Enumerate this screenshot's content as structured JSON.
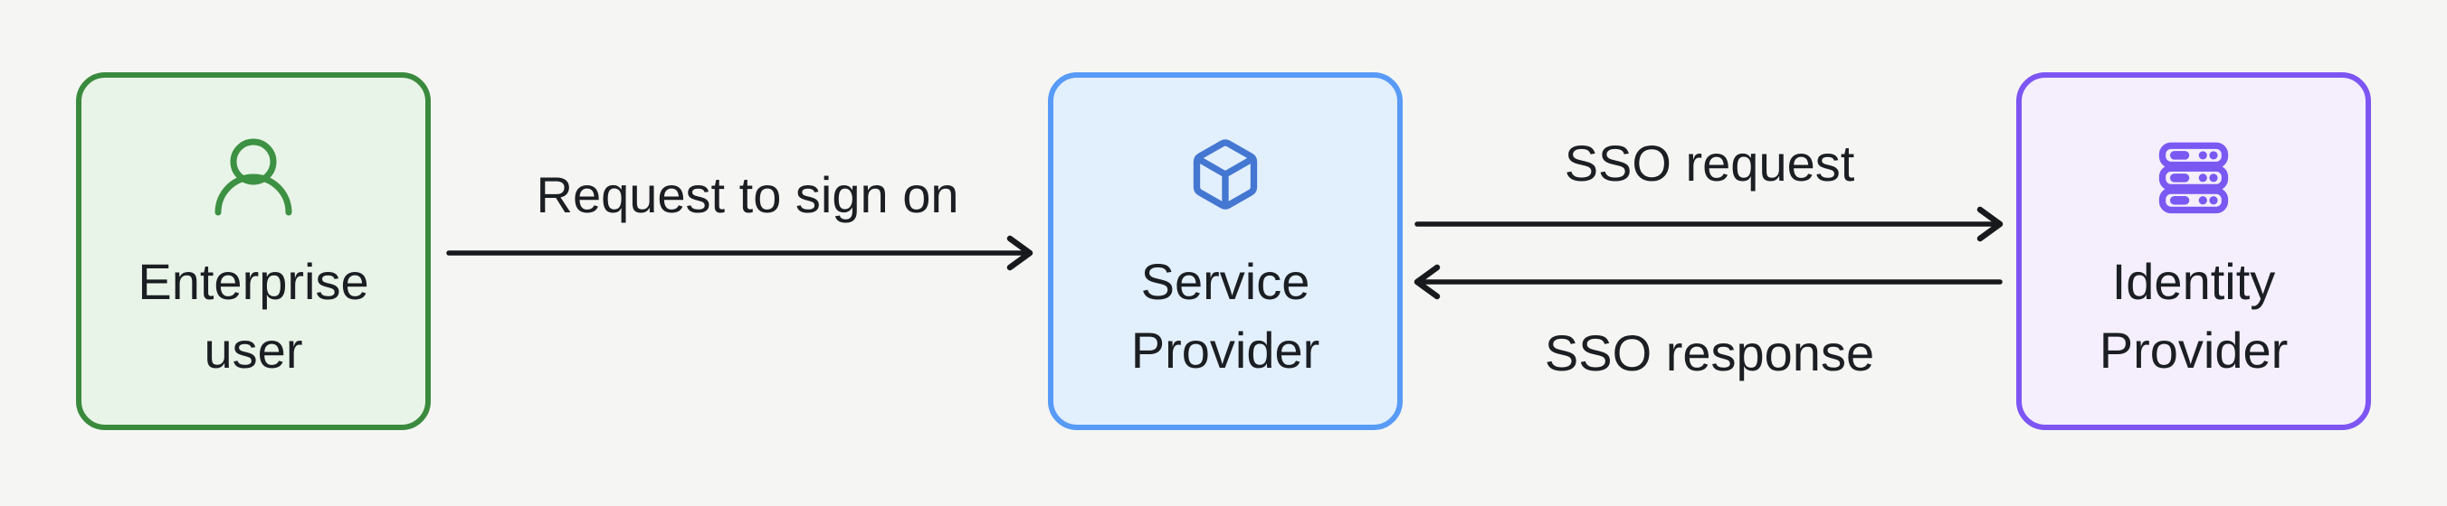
{
  "diagram": {
    "title": "",
    "nodes": [
      {
        "id": "enterprise-user",
        "label": "Enterprise user",
        "icon": "user-icon",
        "border_color": "#3a8a3e",
        "fill_color": "#e9f4e8",
        "icon_color": "#3c9142"
      },
      {
        "id": "service-provider",
        "label": "Service Provider",
        "icon": "cube-icon",
        "border_color": "#589bf7",
        "fill_color": "#e2effd",
        "icon_color": "#4477d1"
      },
      {
        "id": "identity-provider",
        "label": "Identity Provider",
        "icon": "server-icon",
        "border_color": "#7d55f3",
        "fill_color": "#f4eefd",
        "icon_color": "#7a58f2"
      }
    ],
    "edges": [
      {
        "from": "enterprise-user",
        "to": "service-provider",
        "label": "Request to sign on",
        "direction": "right"
      },
      {
        "from": "service-provider",
        "to": "identity-provider",
        "label": "SSO request",
        "direction": "right"
      },
      {
        "from": "identity-provider",
        "to": "service-provider",
        "label": "SSO response",
        "direction": "left"
      }
    ],
    "colors": {
      "background": "#f5f6f3",
      "text": "#1b1e22",
      "arrow": "#17191d"
    }
  }
}
